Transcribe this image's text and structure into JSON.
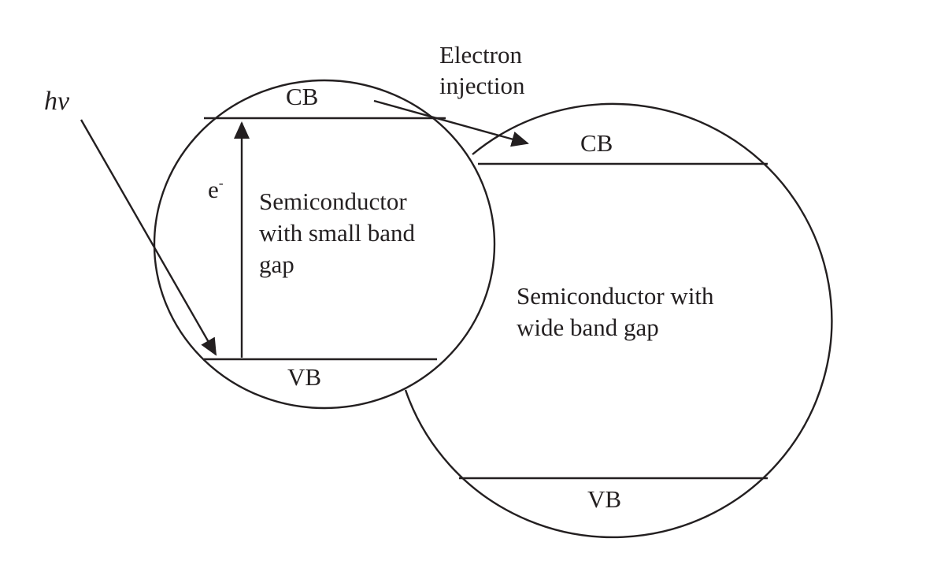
{
  "diagram": {
    "photon_label": "hv",
    "electron_label": "e",
    "electron_charge": "-",
    "injection_label": [
      "Electron",
      "injection"
    ],
    "small_gap": {
      "cb_label": "CB",
      "vb_label": "VB",
      "name_lines": [
        "Semiconductor",
        "with small band",
        "gap"
      ]
    },
    "wide_gap": {
      "cb_label": "CB",
      "vb_label": "VB",
      "name_lines": [
        "Semiconductor with",
        "wide band gap"
      ]
    },
    "colors": {
      "ink": "#231f20",
      "background": "#ffffff"
    }
  }
}
